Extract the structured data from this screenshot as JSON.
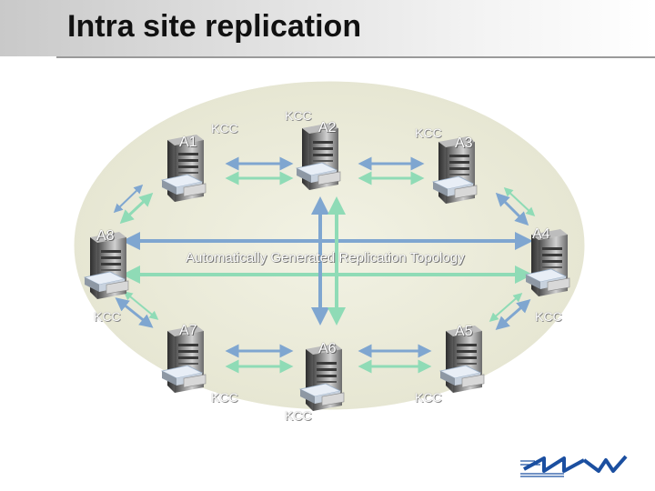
{
  "title": "Intra site replication",
  "center_label": "Automatically Generated Replication Topology",
  "nodes": [
    "A1",
    "A2",
    "A3",
    "A4",
    "A5",
    "A6",
    "A7",
    "A8"
  ],
  "kcc_label": "KCC",
  "colors": {
    "ellipse_fill": "#ebebd9",
    "link_blue": "#7fa6d0",
    "link_green": "#8fdbb6",
    "logo": "#1b4fa0"
  },
  "icons": [
    "server-icon",
    "logo-icon"
  ]
}
